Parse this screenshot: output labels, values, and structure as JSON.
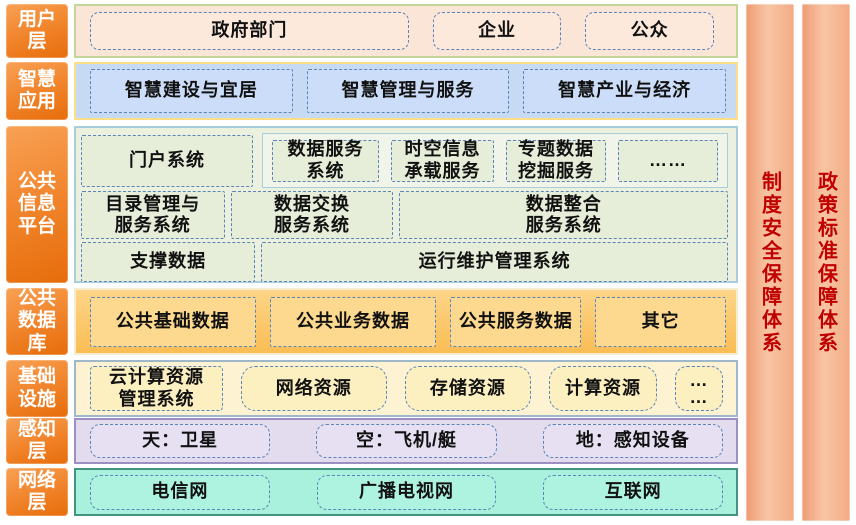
{
  "layers": [
    {
      "id": "user-layer",
      "label": "用户层",
      "items": [
        "政府部门",
        "企业",
        "公众"
      ]
    },
    {
      "id": "smart-application-layer",
      "label": "智慧应用",
      "items": [
        "智慧建设与宜居",
        "智慧管理与服务",
        "智慧产业与经济"
      ]
    },
    {
      "id": "public-information-platform",
      "label": "公共信息平台",
      "portal": "门户系统",
      "services": [
        "数据服务\n系统",
        "时空信息\n承载服务",
        "专题数据\n挖掘服务",
        "……"
      ],
      "row2": [
        "目录管理与\n服务系统",
        "数据交换\n服务系统",
        "数据整合\n服务系统"
      ],
      "row3": [
        "支撑数据",
        "运行维护管理系统"
      ]
    },
    {
      "id": "public-database-layer",
      "label": "公共数据库",
      "items": [
        "公共基础数据",
        "公共业务数据",
        "公共服务数据",
        "其它"
      ]
    },
    {
      "id": "infrastructure-layer",
      "label": "基础设施",
      "items": [
        "云计算资源\n管理系统",
        "网络资源",
        "存储资源",
        "计算资源",
        "…\n…"
      ]
    },
    {
      "id": "sensing-layer",
      "label": "感知层",
      "items": [
        "天：卫星",
        "空：飞机/艇",
        "地：感知设备"
      ]
    },
    {
      "id": "network-layer",
      "label": "网络层",
      "items": [
        "电信网",
        "广播电视网",
        "互联网"
      ]
    }
  ],
  "pillars": [
    "制度安全保障体系",
    "政策标准保障体系"
  ],
  "colors": {
    "layer_label_orange": "#ee7d1f",
    "pillar_salmon": "#f2a87f",
    "pillar_text_red": "#c00000",
    "dashed_border_blue": "#5b84ba",
    "band_user": "#fbe5d6",
    "band_apps": "#c6daf3",
    "band_platform": "#ebf1de",
    "band_database": "#fbc878",
    "band_infra": "#fdf3d2",
    "band_sensing": "#e2dcee",
    "band_network": "#aaf1dd"
  }
}
